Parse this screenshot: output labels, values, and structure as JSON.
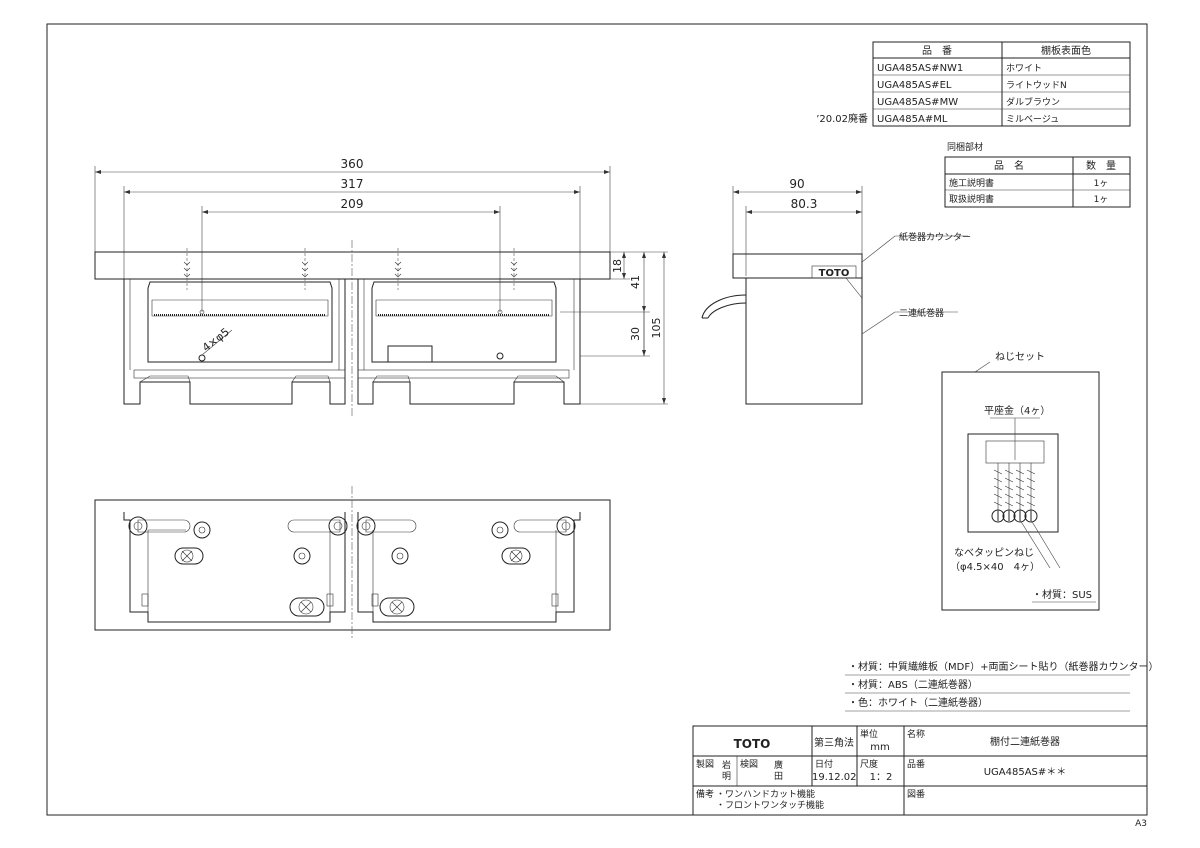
{
  "product_table": {
    "headers": [
      "品　番",
      "棚板表面色"
    ],
    "rows": [
      {
        "code": "UGA485AS#NW1",
        "color": "ホワイト"
      },
      {
        "code": "UGA485AS#EL",
        "color": "ライトウッドN"
      },
      {
        "code": "UGA485AS#MW",
        "color": "ダルブラウン"
      },
      {
        "code": "UGA485A#ML",
        "color": "ミルベージュ"
      }
    ],
    "revision_note": "’20.02廃番"
  },
  "parts_table": {
    "title": "同梱部材",
    "headers": [
      "品　名",
      "数　量"
    ],
    "rows": [
      {
        "name": "施工説明書",
        "qty": "1ヶ"
      },
      {
        "name": "取扱説明書",
        "qty": "1ヶ"
      }
    ]
  },
  "front_view": {
    "dim_360": "360",
    "dim_317": "317",
    "dim_209": "209",
    "dim_18": "18",
    "dim_41": "41",
    "dim_30": "30",
    "dim_105": "105",
    "hole_note": "4×φ5"
  },
  "side_view": {
    "dim_90": "90",
    "dim_80_3": "80.3",
    "label_counter": "紙巻器カウンター",
    "label_holder": "二連紙巻器",
    "logo": "TOTO"
  },
  "screw_set": {
    "title": "ねじセット",
    "washer_label": "平座金（4ヶ）",
    "screw_label": "なべタッピンねじ",
    "screw_spec": "（φ4.5×40　4ヶ）",
    "material": "・材質：SUS"
  },
  "notes": [
    "・材質：中質繊維板（MDF）+両面シート貼り（紙巻器カウンター）",
    "・材質：ABS（二連紙巻器）",
    "・色：ホワイト（二連紙巻器）"
  ],
  "title_block": {
    "logo": "TOTO",
    "projection": "第三角法",
    "unit_label": "単位",
    "unit_value": "mm",
    "name_label": "名称",
    "name_value": "棚付二連紙巻器",
    "drawn_label": "製図",
    "drawn_value": "岩\n明",
    "checked_label": "検図",
    "checked_value": "廣\n田",
    "date_label": "日付",
    "date_value": "19.12.02",
    "scale_label": "尺度",
    "scale_value": "1：2",
    "part_label": "品番",
    "part_value": "UGA485AS#＊＊",
    "remarks_label": "備考",
    "remarks": [
      "・ワンハンドカット機能",
      "・フロントワンタッチ機能"
    ],
    "drawing_no_label": "図番"
  },
  "sheet_size": "A3"
}
